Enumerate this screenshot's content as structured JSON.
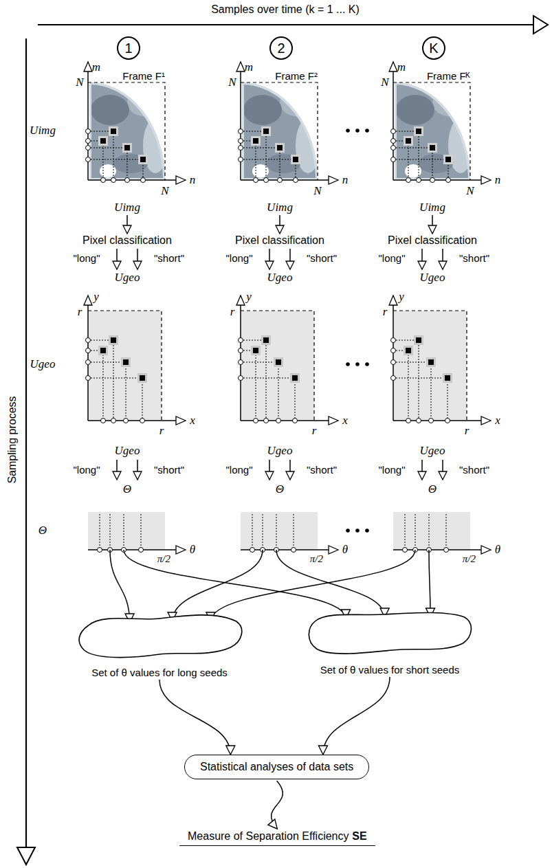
{
  "diagram": {
    "nodes": [
      {
        "text": [
          "1"
        ]
      },
      {
        "text": [
          "2"
        ]
      },
      {
        "text": [
          "K"
        ]
      },
      {
        "text": [
          "Frame F¹"
        ]
      },
      {
        "text": [
          "Frame F²"
        ]
      },
      {
        "text": [
          "Frame Fᴷ"
        ]
      },
      {
        "text": [
          "π/2"
        ]
      },
      {
        "text": [
          "π/2"
        ]
      },
      {
        "text": [
          "π/2"
        ]
      },
      {
        "text": [
          "Set of θ values for long seeds"
        ]
      },
      {
        "text": [
          "Set of θ values for short seeds"
        ]
      },
      {
        "text": [
          "Statistical analyses of data sets"
        ]
      },
      {
        "text": [
          "Measure of Separation Efficiency",
          "SE"
        ]
      }
    ],
    "edges": [
      {
        "from": 6,
        "to": 9,
        "arrow": "to"
      },
      {
        "from": 6,
        "to": 10,
        "arrow": "to"
      },
      {
        "from": 7,
        "to": 9,
        "arrow": "to"
      },
      {
        "from": 7,
        "to": 10,
        "arrow": "to"
      },
      {
        "from": 8,
        "to": 9,
        "arrow": "to"
      },
      {
        "from": 8,
        "to": 10,
        "arrow": "to"
      },
      {
        "from": 9,
        "to": 11,
        "arrow": "to"
      },
      {
        "from": 10,
        "to": 11,
        "arrow": "to"
      },
      {
        "from": 11,
        "to": 12,
        "arrow": "to"
      }
    ],
    "labels": [
      "Samples over time (k = 1 ... K)",
      "Sampling process",
      "Uimg",
      "Ugeo",
      "Θ",
      "m",
      "N",
      "N",
      "n",
      "Uimg",
      "Pixel classification",
      "\"long\"",
      "\"short\"",
      "Ugeo",
      "y",
      "r",
      "r",
      "x",
      "Ugeo",
      "\"long\"",
      "\"short\"",
      "Θ",
      "θ",
      "m",
      "N",
      "N",
      "n",
      "Uimg",
      "Pixel classification",
      "\"long\"",
      "\"short\"",
      "Ugeo",
      "y",
      "r",
      "r",
      "x",
      "Ugeo",
      "\"long\"",
      "\"short\"",
      "Θ",
      "θ",
      "m",
      "N",
      "N",
      "n",
      "Uimg",
      "Pixel classification",
      "\"long\"",
      "\"short\"",
      "Ugeo",
      "y",
      "r",
      "r",
      "x",
      "Ugeo",
      "\"long\"",
      "\"short\"",
      "Θ",
      "θ"
    ]
  }
}
